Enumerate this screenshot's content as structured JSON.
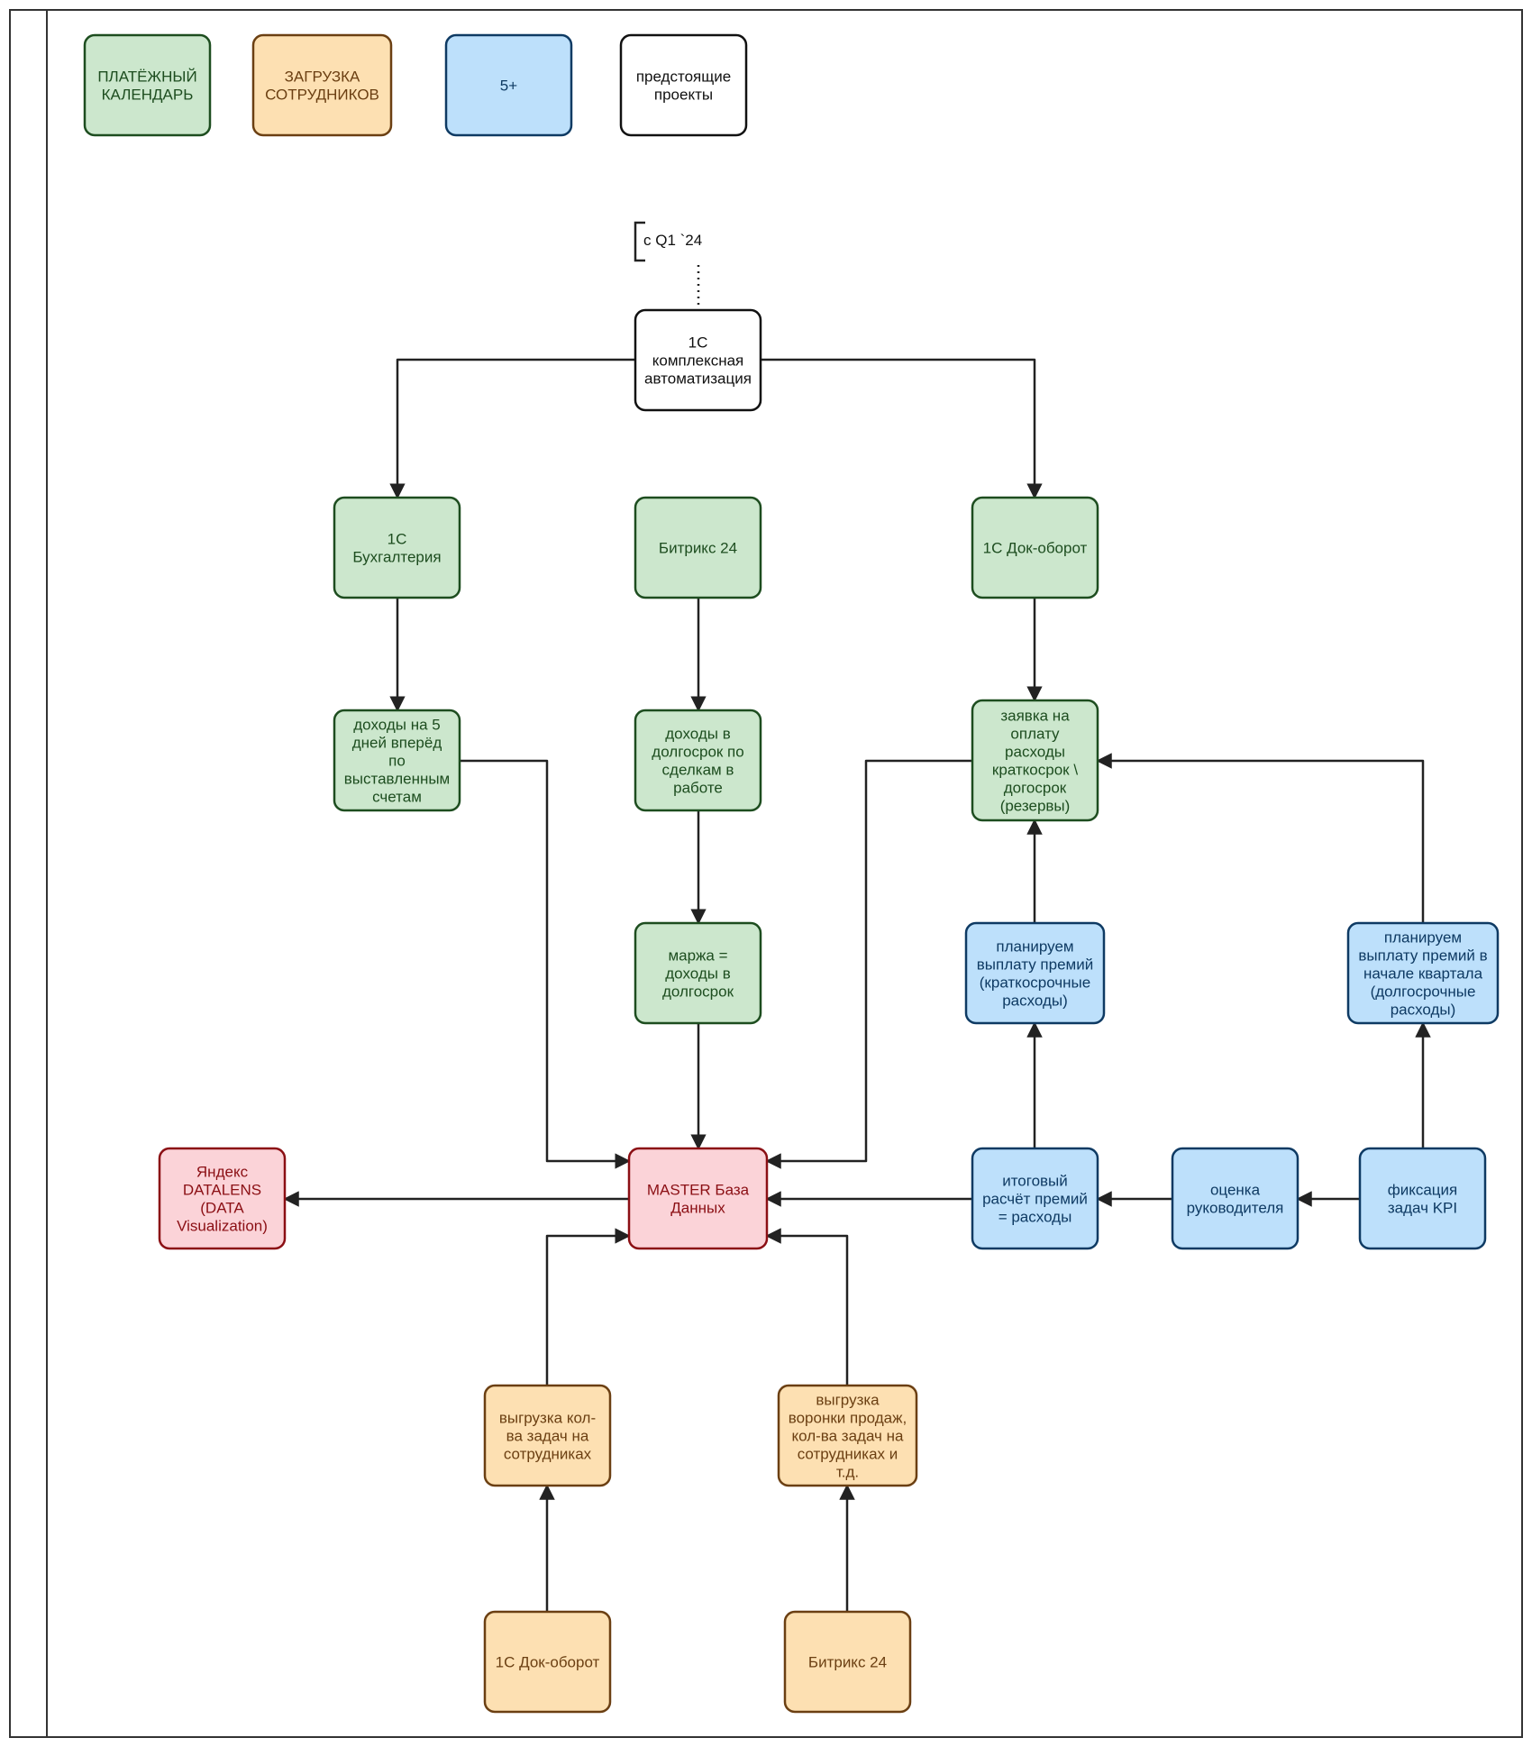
{
  "legend": [
    {
      "id": "legend-payment-calendar",
      "lines": [
        "ПЛАТЁЖНЫЙ",
        "КАЛЕНДАРЬ"
      ],
      "fill": "#cce7cd",
      "stroke": "#1d4d1f",
      "text_color": "#1d4d1f"
    },
    {
      "id": "legend-staff-load",
      "lines": [
        "ЗАГРУЗКА",
        "СОТРУДНИКОВ"
      ],
      "fill": "#fde0b2",
      "stroke": "#6b3f12",
      "text_color": "#6b3f12"
    },
    {
      "id": "legend-5plus",
      "lines": [
        "5+"
      ],
      "fill": "#bde0fb",
      "stroke": "#0e3a63",
      "text_color": "#0e3a63"
    },
    {
      "id": "legend-upcoming",
      "lines": [
        "предстоящие",
        "проекты"
      ],
      "fill": "#ffffff",
      "stroke": "#111111",
      "text_color": "#111111"
    }
  ],
  "annotation": {
    "text": "с Q1 `24"
  },
  "nodes": [
    {
      "id": "node-1c-complex",
      "lines": [
        "1С",
        "комплексная",
        "автоматизация"
      ],
      "style": "white"
    },
    {
      "id": "node-1c-accounting",
      "lines": [
        "1С",
        "Бухгалтерия"
      ],
      "style": "green"
    },
    {
      "id": "node-bitrix24-top",
      "lines": [
        "Битрикс 24"
      ],
      "style": "green"
    },
    {
      "id": "node-1c-docflow-top",
      "lines": [
        "1С Док-оборот"
      ],
      "style": "green"
    },
    {
      "id": "node-income-5days",
      "lines": [
        "доходы на 5",
        "дней вперёд",
        "по",
        "выставленным",
        "счетам"
      ],
      "style": "green"
    },
    {
      "id": "node-income-longterm",
      "lines": [
        "доходы в",
        "долгосрок по",
        "сделкам в",
        "работе"
      ],
      "style": "green"
    },
    {
      "id": "node-payment-request",
      "lines": [
        "заявка на",
        "оплату",
        "расходы",
        "краткосрок \\",
        "догосрок",
        "(резервы)"
      ],
      "style": "green"
    },
    {
      "id": "node-margin",
      "lines": [
        "маржа =",
        "доходы в",
        "долгосрок"
      ],
      "style": "green"
    },
    {
      "id": "node-plan-bonus-short",
      "lines": [
        "планируем",
        "выплату премий",
        "(краткосрочные",
        "расходы)"
      ],
      "style": "blue"
    },
    {
      "id": "node-plan-bonus-long",
      "lines": [
        "планируем",
        "выплату премий в",
        "начале квартала",
        "(долгосрочные",
        "расходы)"
      ],
      "style": "blue"
    },
    {
      "id": "node-yandex-datalens",
      "lines": [
        "Яндекс",
        "DATALENS",
        "(DATA",
        "Visualization)"
      ],
      "style": "red"
    },
    {
      "id": "node-master-db",
      "lines": [
        "MASTER База",
        "Данных"
      ],
      "style": "red"
    },
    {
      "id": "node-final-bonus",
      "lines": [
        "итоговый",
        "расчёт премий",
        "= расходы"
      ],
      "style": "blue"
    },
    {
      "id": "node-manager-eval",
      "lines": [
        "оценка",
        "руководителя"
      ],
      "style": "blue"
    },
    {
      "id": "node-kpi-fix",
      "lines": [
        "фиксация",
        "задач KPI"
      ],
      "style": "blue"
    },
    {
      "id": "node-export-tasks",
      "lines": [
        "выгрузка кол-",
        "ва задач на",
        "сотрудниках"
      ],
      "style": "orange"
    },
    {
      "id": "node-export-funnel",
      "lines": [
        "выгрузка",
        "воронки продаж,",
        "кол-ва задач на",
        "сотрудниках и",
        "т.д."
      ],
      "style": "orange"
    },
    {
      "id": "node-1c-docflow-bottom",
      "lines": [
        "1С Док-оборот"
      ],
      "style": "orange"
    },
    {
      "id": "node-bitrix24-bottom",
      "lines": [
        "Битрикс 24"
      ],
      "style": "orange"
    }
  ],
  "styles": {
    "white": {
      "fill": "#ffffff",
      "stroke": "#111111",
      "text": "#111111"
    },
    "green": {
      "fill": "#cce7cd",
      "stroke": "#1d4d1f",
      "text": "#1d4d1f"
    },
    "orange": {
      "fill": "#fde0b2",
      "stroke": "#6b3f12",
      "text": "#6b3f12"
    },
    "blue": {
      "fill": "#bde0fb",
      "stroke": "#0e3a63",
      "text": "#0e3a63"
    },
    "red": {
      "fill": "#fbd3d8",
      "stroke": "#8b0f14",
      "text": "#8b0f14"
    }
  },
  "connectors": [
    {
      "from": "node-1c-complex",
      "to": "node-1c-accounting"
    },
    {
      "from": "node-1c-complex",
      "to": "node-1c-docflow-top"
    },
    {
      "from": "node-1c-accounting",
      "to": "node-income-5days"
    },
    {
      "from": "node-bitrix24-top",
      "to": "node-income-longterm"
    },
    {
      "from": "node-income-longterm",
      "to": "node-margin"
    },
    {
      "from": "node-margin",
      "to": "node-master-db"
    },
    {
      "from": "node-1c-docflow-top",
      "to": "node-payment-request"
    },
    {
      "from": "node-income-5days",
      "to": "node-master-db"
    },
    {
      "from": "node-payment-request",
      "to": "node-master-db"
    },
    {
      "from": "node-plan-bonus-short",
      "to": "node-payment-request"
    },
    {
      "from": "node-plan-bonus-long",
      "to": "node-payment-request"
    },
    {
      "from": "node-final-bonus",
      "to": "node-plan-bonus-short"
    },
    {
      "from": "node-kpi-fix",
      "to": "node-plan-bonus-long"
    },
    {
      "from": "node-kpi-fix",
      "to": "node-manager-eval"
    },
    {
      "from": "node-manager-eval",
      "to": "node-final-bonus"
    },
    {
      "from": "node-final-bonus",
      "to": "node-master-db"
    },
    {
      "from": "node-master-db",
      "to": "node-yandex-datalens"
    },
    {
      "from": "node-export-tasks",
      "to": "node-master-db"
    },
    {
      "from": "node-export-funnel",
      "to": "node-master-db"
    },
    {
      "from": "node-1c-docflow-bottom",
      "to": "node-export-tasks"
    },
    {
      "from": "node-bitrix24-bottom",
      "to": "node-export-funnel"
    }
  ]
}
